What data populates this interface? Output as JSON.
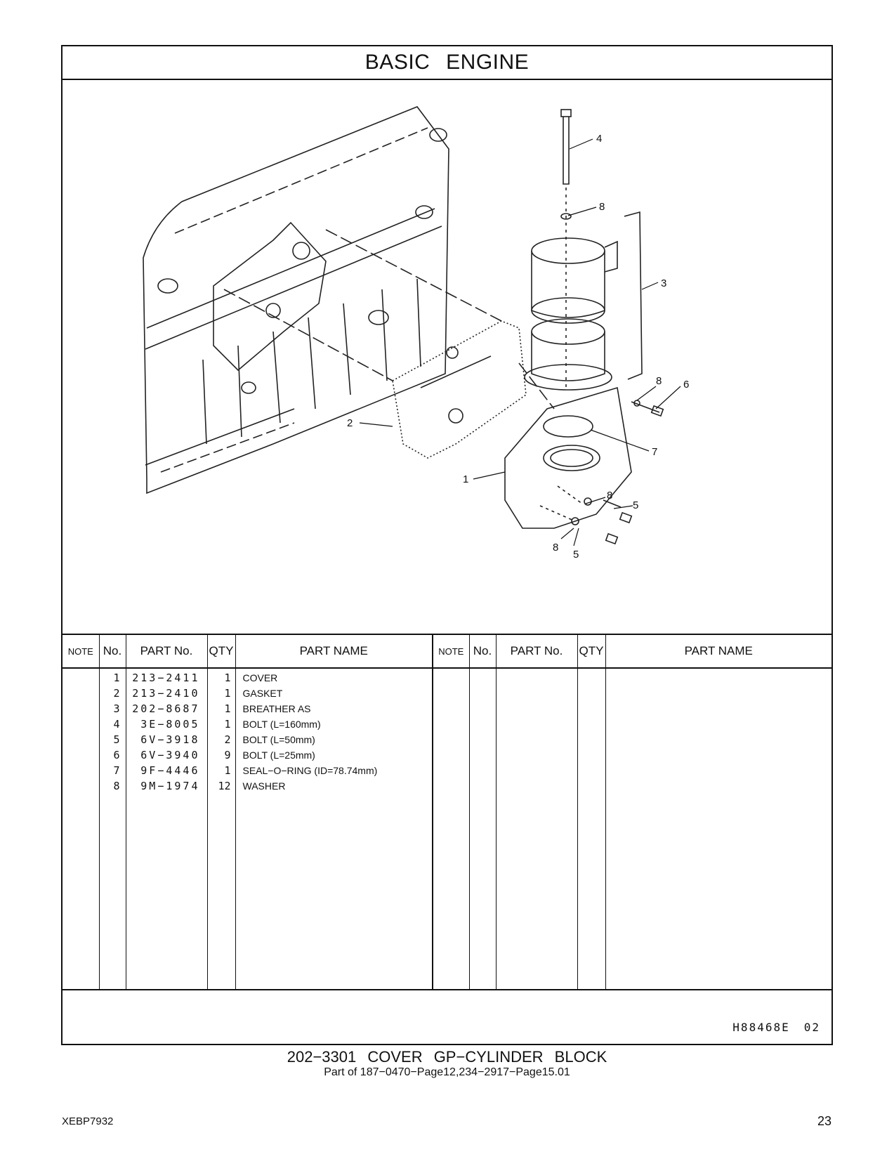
{
  "page": {
    "title": "BASIC   ENGINE",
    "figure_ref": "H88468E",
    "figure_rev": "02",
    "caption_main": "202−3301   COVER GP−CYLINDER BLOCK",
    "caption_sub": "Part of 187−0470−Page12,234−2917−Page15.01",
    "doc_id": "XEBP7932",
    "page_number": "23"
  },
  "table": {
    "headers": {
      "note": "NOTE",
      "no": "No.",
      "part_no": "PART No.",
      "qty": "QTY",
      "part_name": "PART NAME"
    },
    "rows": [
      {
        "no": "1",
        "part_no": "213−2411",
        "qty": "1",
        "name": "COVER"
      },
      {
        "no": "2",
        "part_no": "213−2410",
        "qty": "1",
        "name": "GASKET"
      },
      {
        "no": "3",
        "part_no": "202−8687",
        "qty": "1",
        "name": "BREATHER  AS"
      },
      {
        "no": "4",
        "part_no": "3E−8005",
        "qty": "1",
        "name": "BOLT (L=160mm)"
      },
      {
        "no": "5",
        "part_no": "6V−3918",
        "qty": "2",
        "name": "BOLT (L=50mm)"
      },
      {
        "no": "6",
        "part_no": "6V−3940",
        "qty": "9",
        "name": "BOLT (L=25mm)"
      },
      {
        "no": "7",
        "part_no": "9F−4446",
        "qty": "1",
        "name": "SEAL−O−RING (ID=78.74mm)"
      },
      {
        "no": "8",
        "part_no": "9M−1974",
        "qty": "12",
        "name": "WASHER"
      }
    ]
  },
  "callouts": [
    "4",
    "8",
    "3",
    "8",
    "6",
    "2",
    "7",
    "1",
    "8",
    "5",
    "8",
    "5"
  ]
}
